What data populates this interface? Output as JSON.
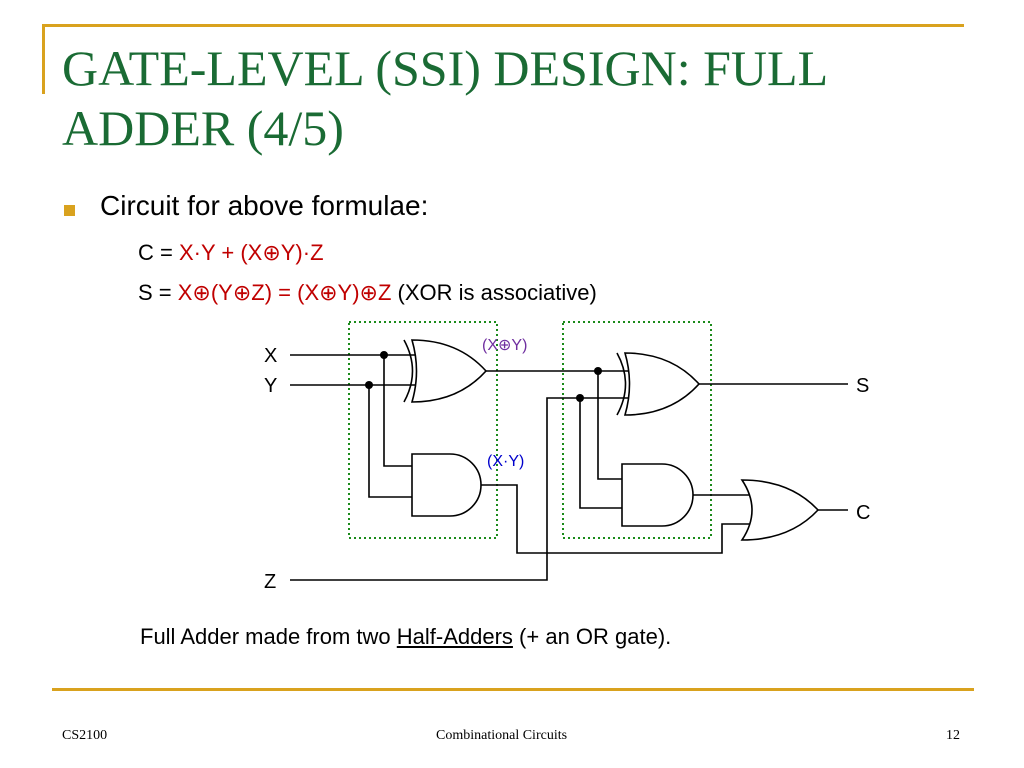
{
  "title": "GATE-LEVEL (SSI) DESIGN: FULL ADDER (4/5)",
  "bullet": "Circuit for above formulae:",
  "formula_c": {
    "lhs": "C = ",
    "rhs": "X·Y + (X⊕Y)·Z",
    "tail": ""
  },
  "formula_s": {
    "lhs": "S = ",
    "rhs": "X⊕(Y⊕Z) = (X⊕Y)⊕Z",
    "tail": " (XOR is associative)"
  },
  "diagram": {
    "inputs": {
      "x": "X",
      "y": "Y",
      "z": "Z"
    },
    "outputs": {
      "s": "S",
      "c": "C"
    },
    "annotations": {
      "xor": "(X⊕Y)",
      "and": "(X·Y)"
    },
    "colors": {
      "xor_label": "#7030a0",
      "and_label": "#0000cc",
      "box": "#1a8a1a"
    }
  },
  "caption": {
    "before": "Full Adder made from two ",
    "link": "Half-Adders",
    "after": " (+ an OR gate)."
  },
  "footer": {
    "left": "CS2100",
    "center": "Combinational Circuits",
    "right": "12"
  }
}
